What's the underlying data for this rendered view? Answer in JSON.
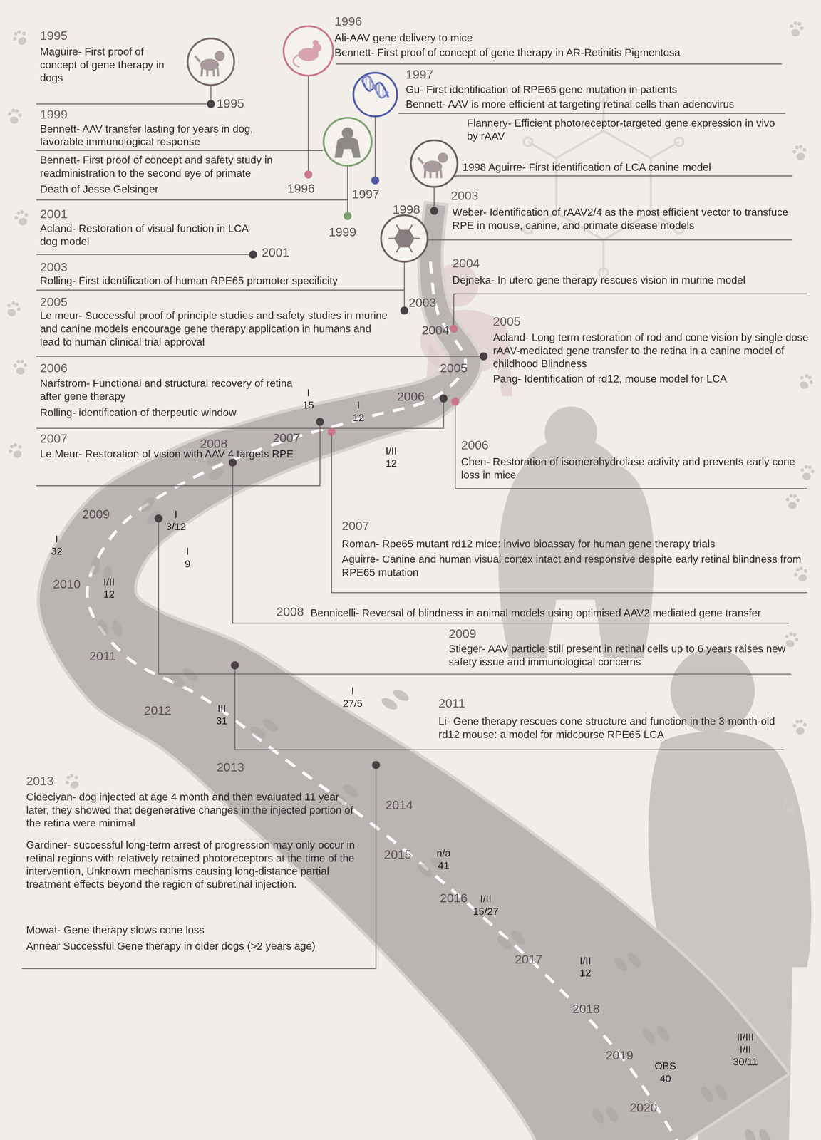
{
  "diagram": {
    "labels": [
      "1995",
      "Maguire- First proof of concept of gene therapy in dogs",
      "1995",
      "1996",
      "Ali-AAV gene delivery to mice",
      "Bennett- First proof of concept of gene therapy in AR-Retinitis Pigmentosa",
      "1997",
      "Gu- First identification of RPE65 gene mutation in patients",
      "Bennett- AAV is more efficient at targeting retinal cells than adenovirus",
      "Flannery- Efficient photoreceptor-targeted gene expression in vivo by rAAV",
      "1998 Aguirre- First identification of LCA canine model",
      "1999",
      "Bennett- AAV transfer lasting for years in dog, favorable immunological response",
      "Bennett- First proof of concept and safety study in readministration to the second eye of primate",
      "Death of Jesse Gelsinger",
      "1996",
      "1997",
      "1998",
      "1999",
      "2003",
      "Weber- Identification of rAAV2/4 as the most efficient vector to transfuce RPE in mouse, canine, and primate disease models",
      "2001",
      "Acland- Restoration of visual function in LCA dog model",
      "2001",
      "2003",
      "Rolling- First identification of human RPE65 promoter specificity",
      "2004",
      "Dejneka- In utero gene therapy rescues vision in murine model",
      "2005",
      "Le meur- Successful proof of principle studies and safety studies in murine and canine models encourage gene therapy application in humans and lead to human clinical trial approval",
      "2003",
      "2004",
      "2005",
      "Acland- Long term restoration of rod and cone vision by single dose rAAV-mediated gene transfer to the retina in a canine model of childhood Blindness",
      "Pang- Identification of rd12, mouse model for LCA",
      "2005",
      "2006",
      "Narfstrom- Functional and structural recovery of retina after gene therapy",
      "Rolling- identification of therpeutic window",
      "2006",
      "2007",
      "I",
      "15",
      "I",
      "12",
      "I/II",
      "12",
      "2007",
      "Le Meur- Restoration of vision with AAV 4 targets RPE",
      "2008",
      "2006",
      "Chen- Restoration of isomerohydrolase activity and prevents early cone loss in mice",
      "2009",
      "I",
      "3/12",
      "I",
      "9",
      "I",
      "32",
      "2010",
      "I/II",
      "12",
      "2007",
      "Roman- Rpe65 mutant rd12 mice: invivo bioassay for human gene therapy trials",
      "Aguirre- Canine and human visual cortex intact and responsive despite early retinal blindness from RPE65 mutation",
      "2008",
      "Bennicelli- Reversal of blindness in animal models using optimised AAV2 mediated gene transfer",
      "2009",
      "Stieger- AAV particle still present in retinal cells up to 6 years raises new safety issue and immunological concerns",
      "2011",
      "2012",
      "III",
      "31",
      "I",
      "27/5",
      "2011",
      "Li- Gene therapy rescues cone structure and function in the 3-month-old rd12 mouse: a model for midcourse RPE65 LCA",
      "2013",
      "2013",
      "Cideciyan- dog injected at age 4 month and then evaluated 11 year later, they showed that degenerative changes in the injected portion of the retina were minimal",
      "Gardiner- successful long-term arrest of progression may only occur in retinal regions with relatively retained photoreceptors at the time of the intervention, Unknown mechanisms causing long-distance partial treatment effects beyond the region of subretinal injection.",
      "Mowat- Gene therapy slows cone loss",
      "Annear Successful Gene therapy in older dogs (>2 years age)",
      "2014",
      "2015",
      "n/a",
      "41",
      "2016",
      "I/II",
      "15/27",
      "2017",
      "I/II",
      "12",
      "2018",
      "2019",
      "OBS",
      "40",
      "II/III",
      "I/II",
      "30/11",
      "2020"
    ]
  }
}
